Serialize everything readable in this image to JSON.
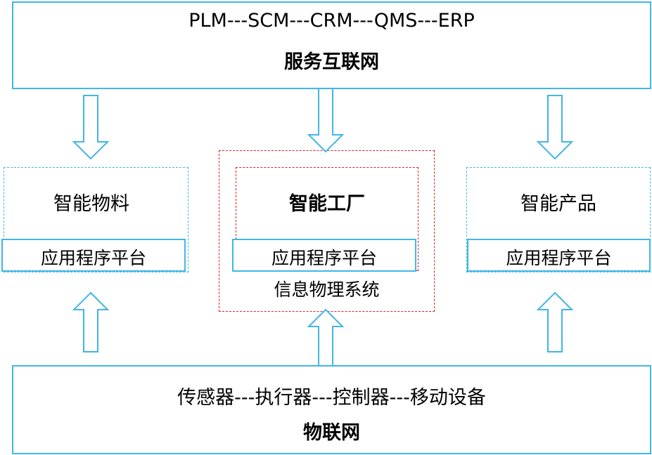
{
  "top": {
    "line": "PLM---SCM---CRM---QMS---ERP",
    "title": "服务互联网"
  },
  "left": {
    "title": "智能物料",
    "platform": "应用程序平台"
  },
  "center": {
    "title": "智能工厂",
    "platform": "应用程序平台",
    "system": "信息物理系统"
  },
  "right": {
    "title": "智能产品",
    "platform": "应用程序平台"
  },
  "bottom": {
    "line": "传感器---执行器---控制器---移动设备",
    "title": "物联网"
  },
  "colors": {
    "line": "#41b6e6",
    "red": "#e02020"
  }
}
